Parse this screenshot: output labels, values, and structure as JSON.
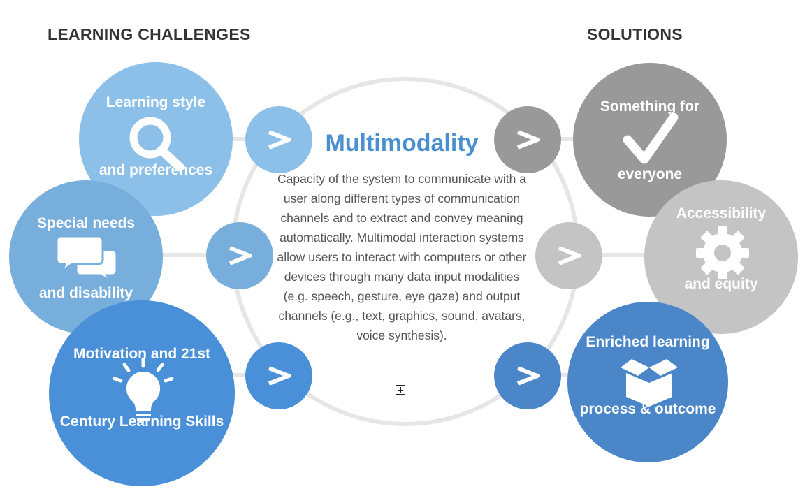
{
  "headings": {
    "challenges": "LEARNING CHALLENGES",
    "solutions": "SOLUTIONS"
  },
  "center": {
    "title": "Multimodality",
    "body": "Capacity of the system to communicate with a user along different types of communication channels and to extract and convey meaning automatically. Multimodal interaction systems allow users to interact with computers or other devices through many data input modalities (e.g. speech, gesture, eye gaze) and output channels (e.g., text, graphics, sound, avatars, voice synthesis)."
  },
  "challenges": [
    {
      "line1": "Learning style",
      "line2": "and preferences",
      "icon": "magnifier-icon"
    },
    {
      "line1": "Special needs",
      "line2": "and disability",
      "icon": "speech-bubbles-icon"
    },
    {
      "line1": "Motivation and 21st",
      "line2": "Century Learning Skills",
      "icon": "lightbulb-icon"
    }
  ],
  "solutions": [
    {
      "line1": "Something for",
      "line2": "everyone",
      "icon": "checkmark-icon"
    },
    {
      "line1": "Accessibility",
      "line2": "and equity",
      "icon": "gear-icon"
    },
    {
      "line1": "Enriched learning",
      "line2": "process & outcome",
      "icon": "open-box-icon"
    }
  ],
  "arrow_glyph": ">",
  "colors": {
    "challenge_1": "#8cc0e8",
    "challenge_2": "#78aedb",
    "challenge_3": "#4a90d9",
    "solution_1": "#999999",
    "solution_2": "#c4c4c4",
    "solution_3": "#4a86c8",
    "accent_title": "#4a8fd0",
    "ring": "#e6e6e6"
  }
}
